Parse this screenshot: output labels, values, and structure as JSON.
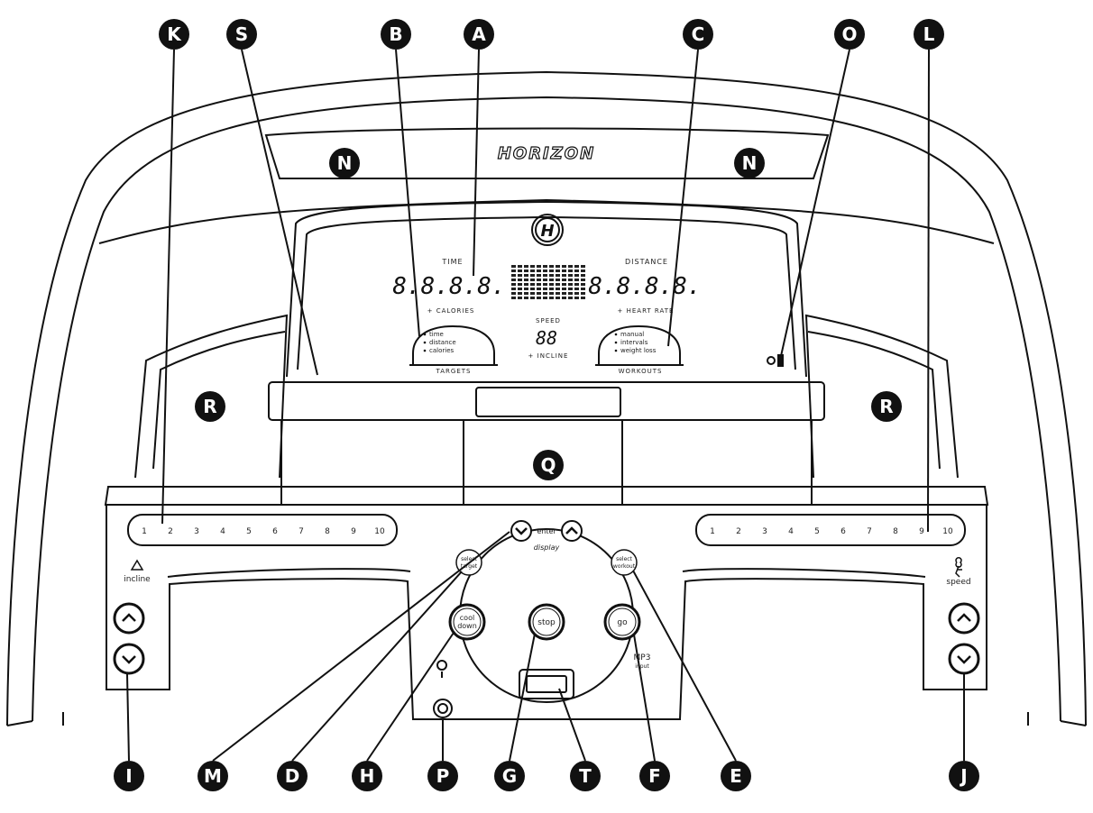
{
  "brand": {
    "wordmark": "HORIZON",
    "logo_letter": "H"
  },
  "display": {
    "time_label": "TIME",
    "time_value": "8.8.8.8.",
    "calories_label": "+ CALORIES",
    "distance_label": "DISTANCE",
    "distance_value": "8.8.8.8.",
    "heart_rate_label": "+ HEART RATE",
    "speed_label": "SPEED",
    "speed_value": "88",
    "incline_label": "+ INCLINE",
    "targets": {
      "items": [
        "time",
        "distance",
        "calories"
      ],
      "label": "TARGETS"
    },
    "workouts": {
      "items": [
        "manual",
        "intervals",
        "weight loss"
      ],
      "label": "WORKOUTS"
    }
  },
  "controls": {
    "enter_label": "enter",
    "display_label": "display",
    "select_target_label": [
      "select",
      "target"
    ],
    "select_workout_label": [
      "select",
      "workout"
    ],
    "cool_down_label": [
      "cool",
      "down"
    ],
    "stop_label": "stop",
    "go_label": "go",
    "mp3_label": [
      "MP3",
      "input"
    ],
    "incline_label": "incline",
    "speed_label": "speed"
  },
  "incline_keys": [
    "1",
    "2",
    "3",
    "4",
    "5",
    "6",
    "7",
    "8",
    "9",
    "10"
  ],
  "speed_keys": [
    "1",
    "2",
    "3",
    "4",
    "5",
    "6",
    "7",
    "8",
    "9",
    "10"
  ],
  "callouts": [
    "A",
    "B",
    "C",
    "D",
    "E",
    "F",
    "G",
    "H",
    "I",
    "J",
    "K",
    "L",
    "M",
    "N",
    "O",
    "P",
    "Q",
    "R",
    "S",
    "T"
  ]
}
